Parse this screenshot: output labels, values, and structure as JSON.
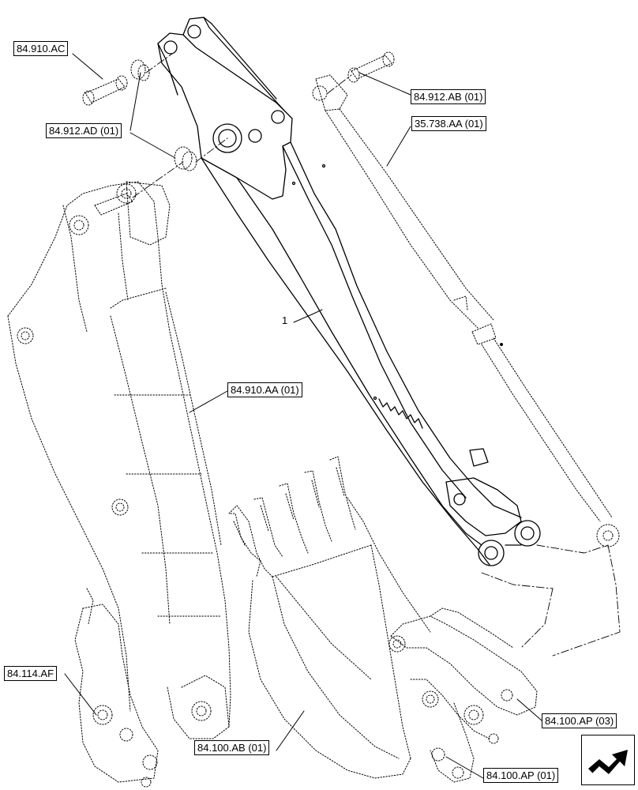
{
  "callouts": {
    "pin_ac": "84.910.AC",
    "pin_ab": "84.912.AB (01)",
    "bushing_ad": "84.912.AD (01)",
    "cylinder_aa": "35.738.AA (01)",
    "boom_aa": "84.910.AA (01)",
    "linkage_af": "84.114.AF",
    "link_ap03": "84.100.AP (03)",
    "bucket_ab": "84.100.AB (01)",
    "link_ap01": "84.100.AP (01)"
  },
  "item_number": "1",
  "icons": {
    "navigation": "next-page-arrow-icon"
  }
}
